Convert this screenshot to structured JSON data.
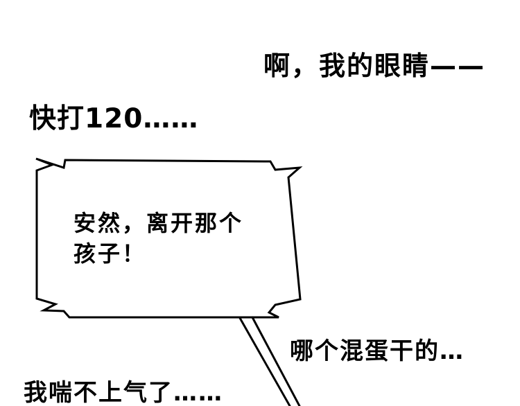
{
  "captions": {
    "eyes": "啊，我的眼睛——",
    "call": "快打120……",
    "who": "哪个混蛋干的…",
    "breath": "我喘不上气了……"
  },
  "bubble": {
    "line1": "安然，离开那个",
    "line2": "孩子！"
  },
  "colors": {
    "ink": "#000000",
    "paper": "#ffffff"
  }
}
